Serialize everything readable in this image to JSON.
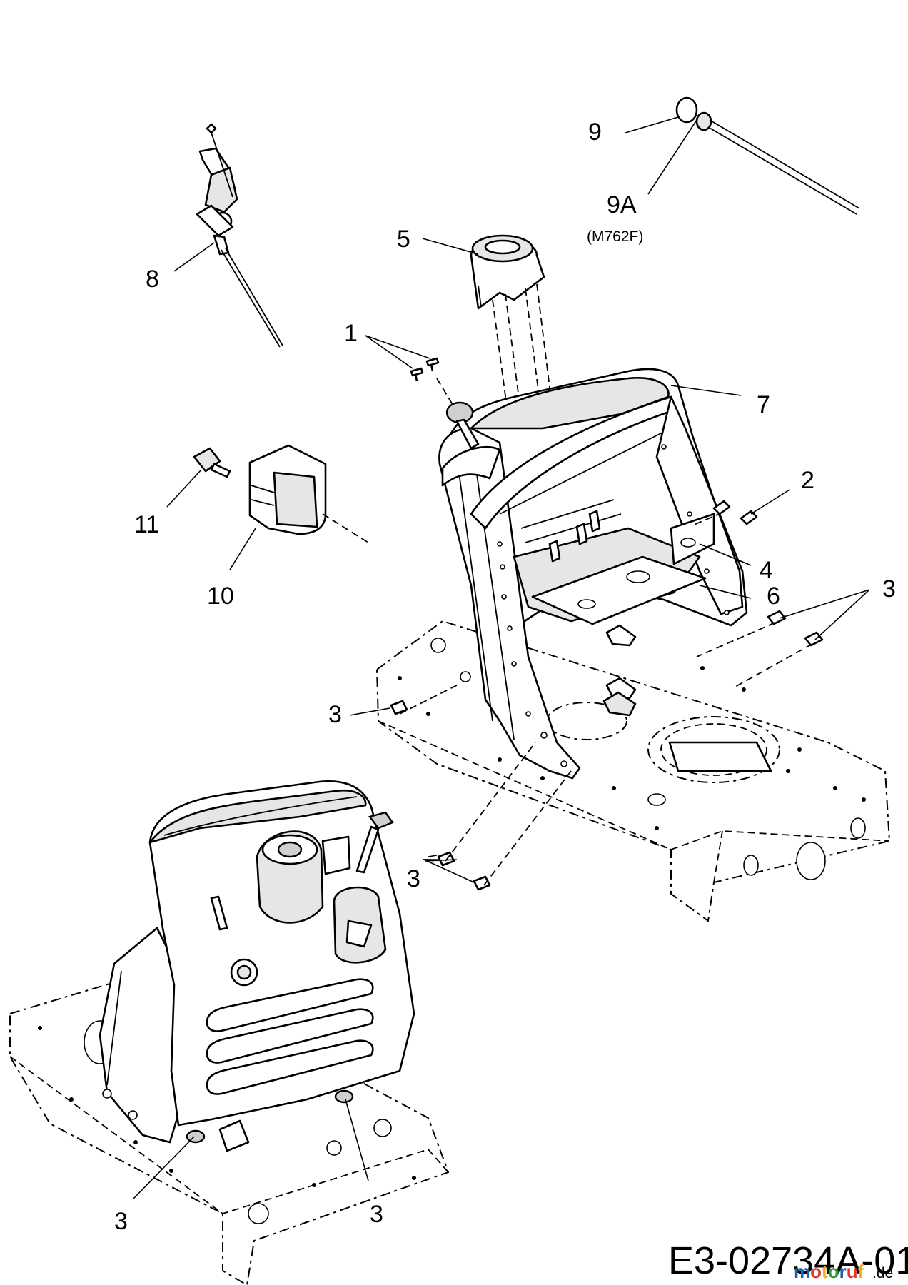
{
  "callouts": {
    "c1": "1",
    "c2": "2",
    "c3a": "3",
    "c3b": "3",
    "c3c": "3",
    "c3d": "3",
    "c3e": "3",
    "c4": "4",
    "c5": "5",
    "c6": "6",
    "c7": "7",
    "c8": "8",
    "c9": "9",
    "c9a": "9A",
    "c9a_note": "(M762F)",
    "c10": "10",
    "c11": "11"
  },
  "document_number": "E3-02734A-01",
  "watermark": {
    "text": "motoruf",
    "suffix": ".de",
    "colors": [
      "#1f5fb4",
      "#e03a2f",
      "#f2b01e",
      "#2e9a3e"
    ]
  },
  "icons": [
    "key-icon",
    "lever-icon",
    "knob-icon"
  ]
}
